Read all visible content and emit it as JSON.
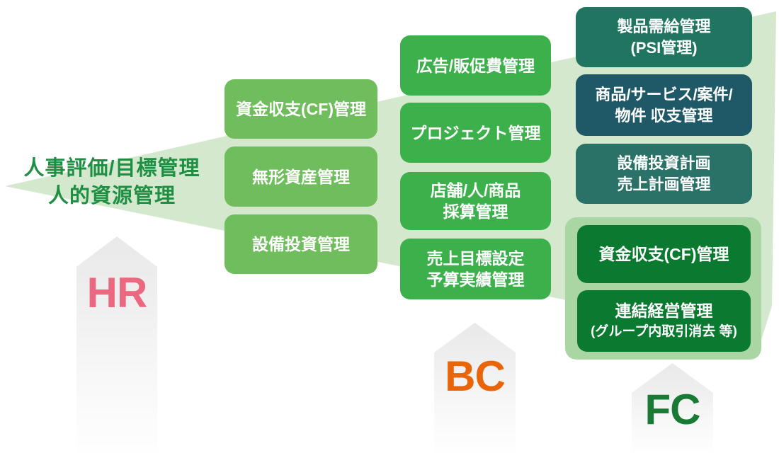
{
  "headline": {
    "line1": "人事評価/目標管理",
    "line2": "人的資源管理",
    "text_color": "#1F8F43"
  },
  "wedge": {
    "color": "#D4E8CD"
  },
  "hr_column": {
    "box_color": "#6FBD5D",
    "box1": {
      "line1": "資金収支(CF)管理"
    },
    "box2": {
      "line1": "無形資産管理"
    },
    "box3": {
      "line1": "設備投資管理"
    }
  },
  "bc_column": {
    "box_color": "#3BB04B",
    "box1": {
      "line1": "広告/販促費管理"
    },
    "box2": {
      "line1": "プロジェクト管理"
    },
    "box3": {
      "line1": "店舗/人/商品",
      "line2": "採算管理"
    },
    "box4": {
      "line1": "売上目標設定",
      "line2": "予算実績管理"
    }
  },
  "fc_column": {
    "box1": {
      "line1": "製品需給管理",
      "line2": "(PSI管理)",
      "color": "#1F7560"
    },
    "box2": {
      "line1": "商品/サービス/案件/",
      "line2": "物件 収支管理",
      "color": "#1F5968"
    },
    "box3": {
      "line1": "設備投資計画",
      "line2": "売上計画管理",
      "color": "#2A7268"
    }
  },
  "fc_group": {
    "panel_color": "#A9D6A2",
    "box_color": "#0A7A30",
    "box1": {
      "line1": "資金収支(CF)管理"
    },
    "box2": {
      "line1": "連結経営管理",
      "line2": "(グループ内取引消去 等)"
    }
  },
  "arrows": {
    "body_color": "#EAEAEA",
    "hr": {
      "label": "HR",
      "label_color": "#EB6880"
    },
    "bc": {
      "label": "BC",
      "label_color": "#E8650A"
    },
    "fc": {
      "label": "FC",
      "label_color": "#187A35"
    }
  }
}
